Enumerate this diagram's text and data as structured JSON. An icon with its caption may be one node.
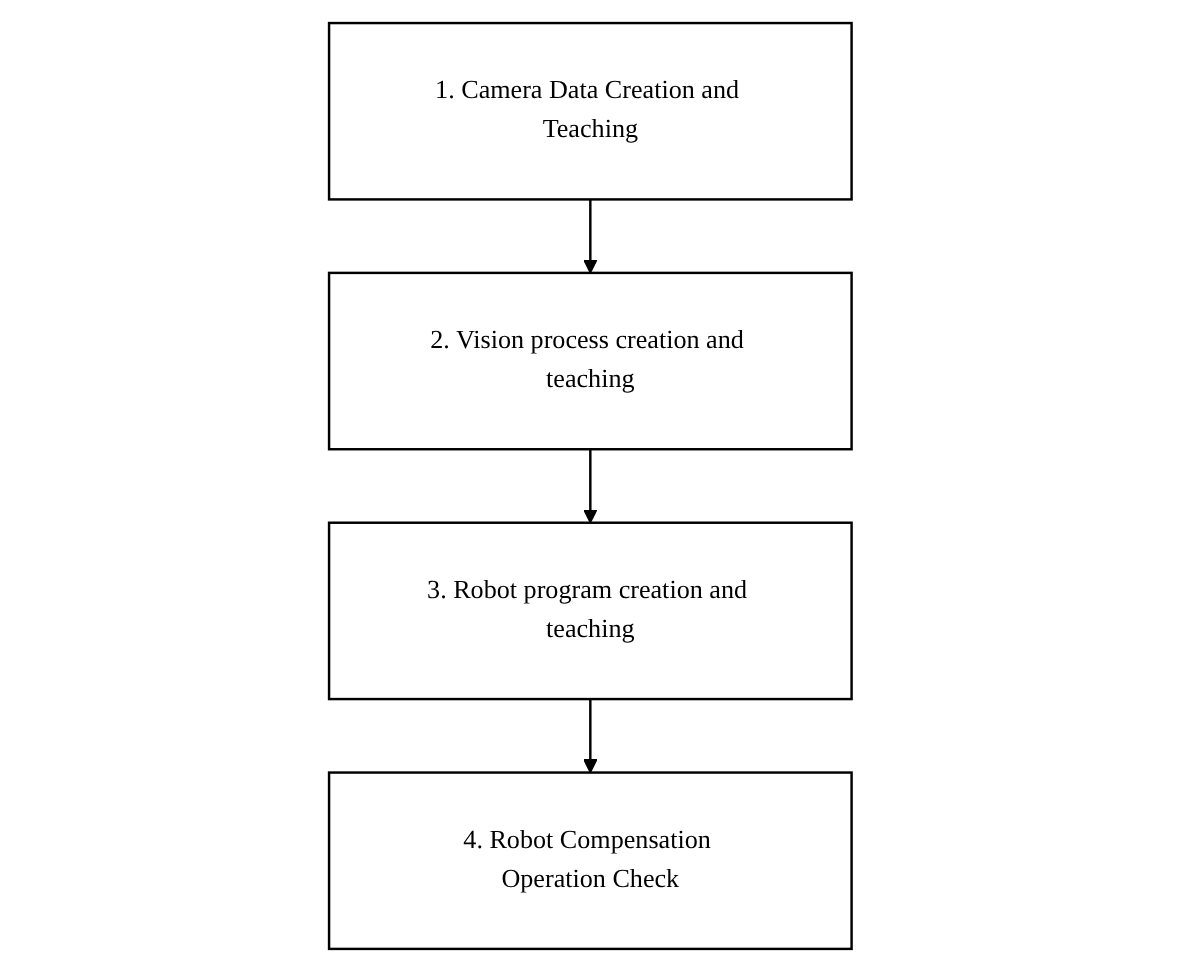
{
  "diagram": {
    "nodes": [
      {
        "text": [
          "1. Camera Data Creation and Teaching"
        ]
      },
      {
        "text": [
          "2. Vision process creation and teaching"
        ]
      },
      {
        "text": [
          "3. Robot program creation and teaching"
        ]
      },
      {
        "text": [
          "4. Robot Compensation Operation Check"
        ]
      }
    ],
    "edges": [
      {
        "from": 0,
        "to": 1,
        "arrow": "to"
      },
      {
        "from": 1,
        "to": 2,
        "arrow": "to"
      },
      {
        "from": 2,
        "to": 3,
        "arrow": "to"
      }
    ]
  }
}
